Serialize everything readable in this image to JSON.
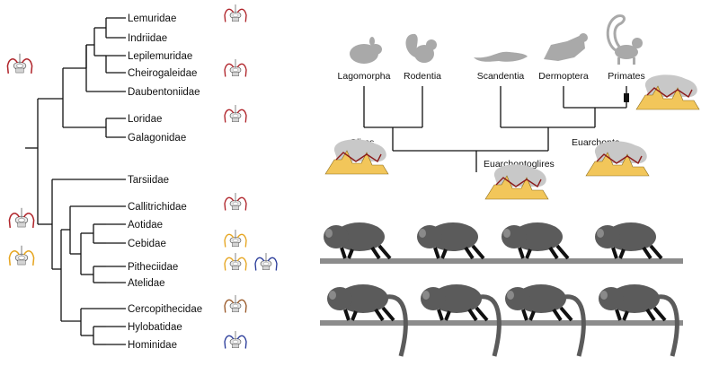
{
  "primate_tree": {
    "families": [
      {
        "name": "Lemuridae",
        "icons": [
          "red"
        ]
      },
      {
        "name": "Indriidae",
        "icons": []
      },
      {
        "name": "Lepilemuridae",
        "icons": []
      },
      {
        "name": "Cheirogaleidae",
        "icons": [
          "red"
        ]
      },
      {
        "name": "Daubentoniidae",
        "icons": []
      },
      {
        "name": "Loridae",
        "icons": [
          "red"
        ]
      },
      {
        "name": "Galagonidae",
        "icons": []
      },
      {
        "name": "Tarsiidae",
        "icons": []
      },
      {
        "name": "Callitrichidae",
        "icons": [
          "red"
        ]
      },
      {
        "name": "Aotidae",
        "icons": []
      },
      {
        "name": "Cebidae",
        "icons": [
          "orange"
        ]
      },
      {
        "name": "Pitheciidae",
        "icons": [
          "orange",
          "blue"
        ]
      },
      {
        "name": "Atelidae",
        "icons": []
      },
      {
        "name": "Cercopithecidae",
        "icons": [
          "brown"
        ]
      },
      {
        "name": "Hylobatidae",
        "icons": []
      },
      {
        "name": "Hominidae",
        "icons": [
          "blue"
        ]
      }
    ],
    "node_icons": [
      "red",
      "red",
      "orange"
    ]
  },
  "euarchontoglires_tree": {
    "taxa": [
      "Lagomorpha",
      "Rodentia",
      "Scandentia",
      "Dermoptera",
      "Primates"
    ],
    "clades": {
      "left": "Glires",
      "right": "Euarchonta",
      "root": "Euarchontoglires"
    }
  },
  "colors": {
    "red": "#b0252b",
    "orange": "#e6a520",
    "blue": "#2b3d9a",
    "brown": "#9a5a2a",
    "fossil_yellow": "#f2c65a",
    "silhouette_light": "#a9a9a9",
    "silhouette_dark": "#5b5b5b",
    "branch": "#111111"
  },
  "icons": {
    "vertebra": "vertebra-icon",
    "fossil": "fossil-icon",
    "animals": [
      "rabbit-icon",
      "squirrel-icon",
      "treeshrew-icon",
      "colugo-icon",
      "lemur-icon"
    ],
    "walking": "walking-primate-icon"
  }
}
